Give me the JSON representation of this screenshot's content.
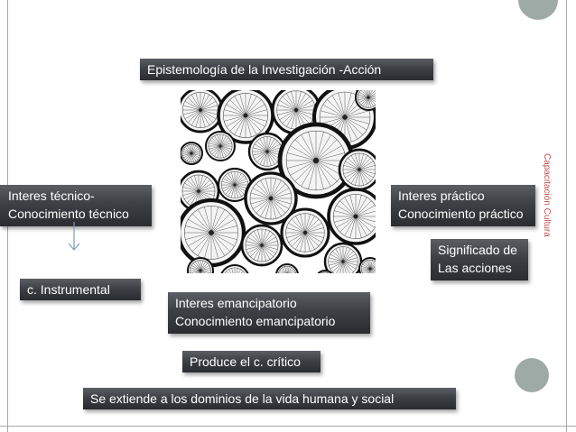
{
  "slide": {
    "title_box": "Epistemología de la Investigación -Acción",
    "tecnico": {
      "line1": "Interes técnico-",
      "line2": "Conocimiento técnico"
    },
    "practico": {
      "line1": "Interes práctico",
      "line2": "Conocimiento práctico"
    },
    "significado": {
      "line1": "Significado de",
      "line2": "Las acciones"
    },
    "instrumental": "c. Instrumental",
    "emancipatorio": {
      "line1": "Interes emancipatorio",
      "line2": "Conocimiento emancipatorio"
    },
    "critico": "Produce el c. crítico",
    "extiende": "Se extiende a los dominios de la vida humana y social",
    "side_note": "Capacitación Cultura"
  },
  "colors": {
    "box_fill": "#3d4045",
    "side_note": "#c0504d",
    "decor_circle": "#9eaaa6"
  },
  "image": {
    "icon": "bicycle-wheels-collage-image"
  }
}
